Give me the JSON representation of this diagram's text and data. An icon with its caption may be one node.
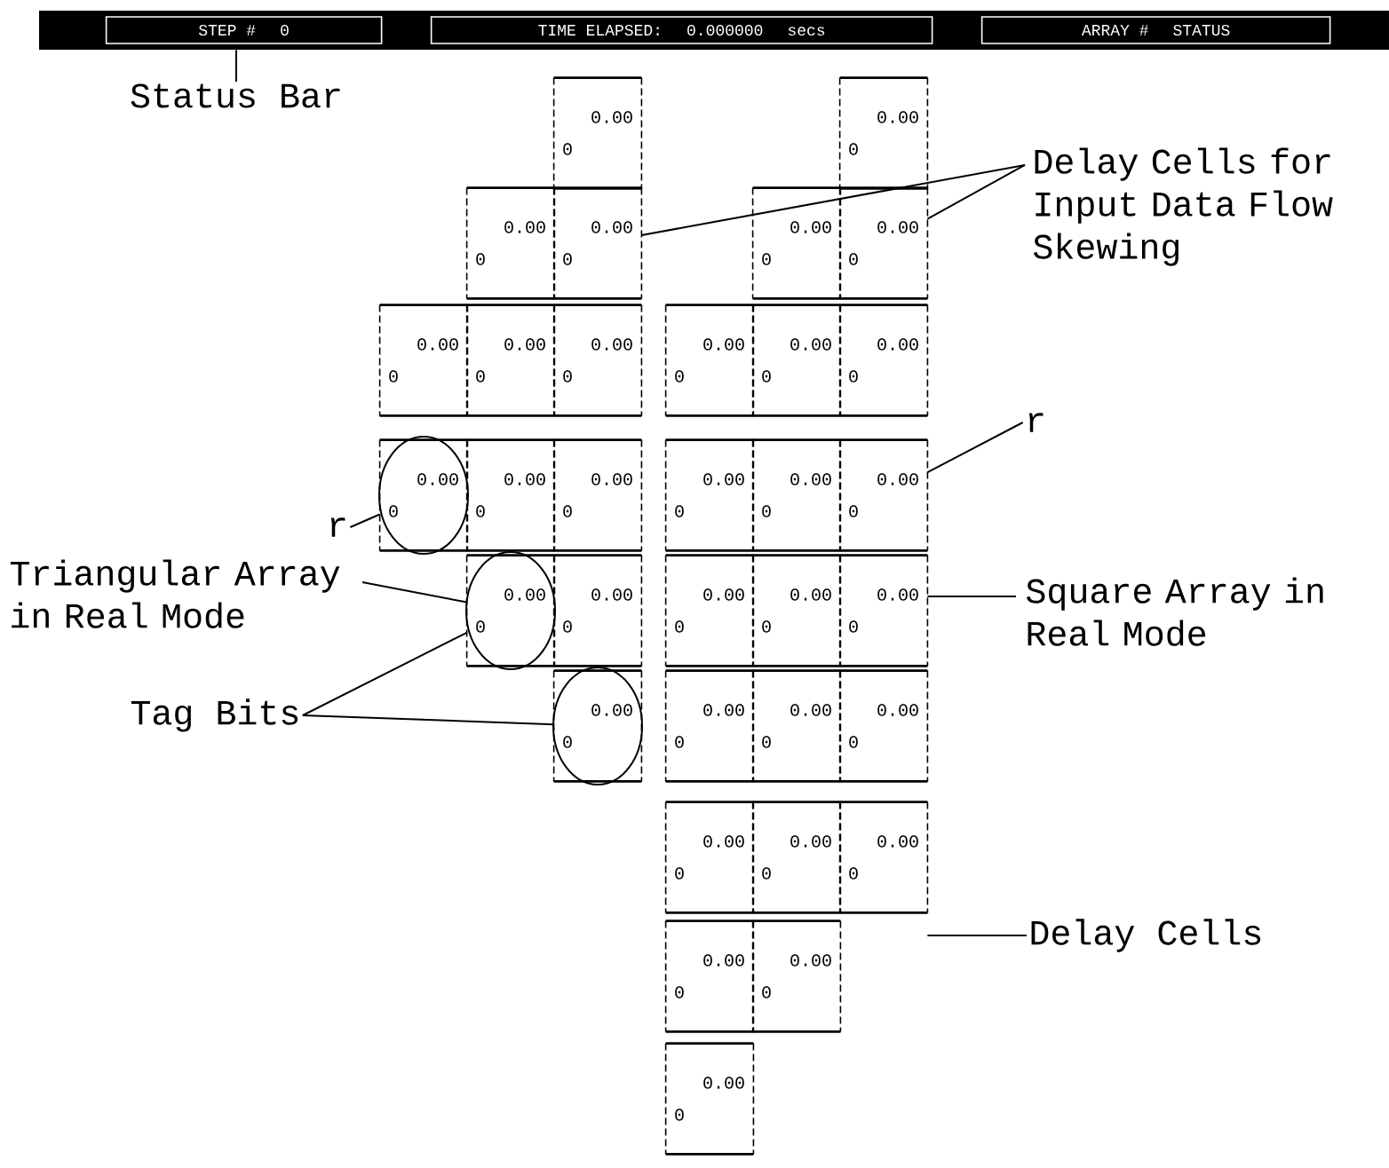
{
  "diagram": {
    "nodes": [
      {
        "text": [],
        "shape": "bar"
      },
      {
        "text": [
          "STEP #",
          "0"
        ],
        "in": 0
      },
      {
        "text": [
          "TIME ELAPSED:",
          "0.000000",
          "secs"
        ],
        "in": 0
      },
      {
        "text": [
          "ARRAY #",
          "STATUS"
        ],
        "in": 0
      },
      {
        "text": [
          "0.00",
          "0"
        ]
      },
      {
        "text": [
          "0.00",
          "0"
        ]
      },
      {
        "text": [
          "0.00",
          "0"
        ]
      },
      {
        "text": [
          "0.00",
          "0"
        ]
      },
      {
        "text": [
          "0.00",
          "0"
        ]
      },
      {
        "text": [
          "0.00",
          "0"
        ]
      },
      {
        "text": [
          "0.00",
          "0"
        ]
      },
      {
        "text": [
          "0.00",
          "0"
        ]
      },
      {
        "text": [
          "0.00",
          "0"
        ]
      },
      {
        "text": [
          "0.00",
          "0"
        ]
      },
      {
        "text": [
          "0.00",
          "0"
        ]
      },
      {
        "text": [
          "0.00",
          "0"
        ]
      },
      {
        "text": [
          "0.00",
          "0"
        ]
      },
      {
        "text": [
          "0.00",
          "0"
        ]
      },
      {
        "text": [
          "0.00",
          "0"
        ]
      },
      {
        "text": [
          "0.00",
          "0"
        ]
      },
      {
        "text": [
          "0.00",
          "0"
        ]
      },
      {
        "text": [
          "0.00",
          "0"
        ]
      },
      {
        "text": [
          "0.00",
          "0"
        ]
      },
      {
        "text": [
          "0.00",
          "0"
        ]
      },
      {
        "text": [
          "0.00",
          "0"
        ]
      },
      {
        "text": [
          "0.00",
          "0"
        ]
      },
      {
        "text": [
          "0.00",
          "0"
        ]
      },
      {
        "text": [
          "0.00",
          "0"
        ]
      },
      {
        "text": [
          "0.00",
          "0"
        ]
      },
      {
        "text": [
          "0.00",
          "0"
        ]
      },
      {
        "text": [
          "0.00",
          "0"
        ]
      },
      {
        "text": [
          "0.00",
          "0"
        ]
      },
      {
        "text": [
          "0.00",
          "0"
        ]
      },
      {
        "text": [
          "0.00",
          "0"
        ]
      },
      {
        "text": [
          "0.00",
          "0"
        ]
      },
      {
        "text": [
          "0.00",
          "0"
        ]
      },
      {
        "text": [
          "0.00",
          "0"
        ]
      },
      {
        "text": [
          "Status Bar"
        ]
      },
      {
        "text": [
          "Delay Cells for Input Data Flow Skewing"
        ]
      },
      {
        "text": [
          "r"
        ]
      },
      {
        "text": [
          "Triangular Array in Real Mode"
        ]
      },
      {
        "text": [
          "Tag Bits"
        ]
      },
      {
        "text": [
          "r"
        ]
      },
      {
        "text": [
          "Square Array in Real Mode"
        ]
      },
      {
        "text": [
          "Delay Cells"
        ]
      }
    ],
    "edges": [
      {
        "from": 37,
        "to": 0,
        "arrow": "none"
      },
      {
        "from": 38,
        "to": 6,
        "arrow": "none"
      },
      {
        "from": 38,
        "to": 18,
        "arrow": "none"
      },
      {
        "from": 39,
        "to": 10,
        "arrow": "none"
      },
      {
        "from": 40,
        "to": 13,
        "arrow": "none"
      },
      {
        "from": 41,
        "to": 13,
        "arrow": "none"
      },
      {
        "from": 41,
        "to": 15,
        "arrow": "none"
      },
      {
        "from": 42,
        "to": 24,
        "arrow": "none"
      },
      {
        "from": 43,
        "to": 27,
        "arrow": "none"
      },
      {
        "from": 44,
        "to": 33,
        "arrow": "none"
      }
    ]
  }
}
